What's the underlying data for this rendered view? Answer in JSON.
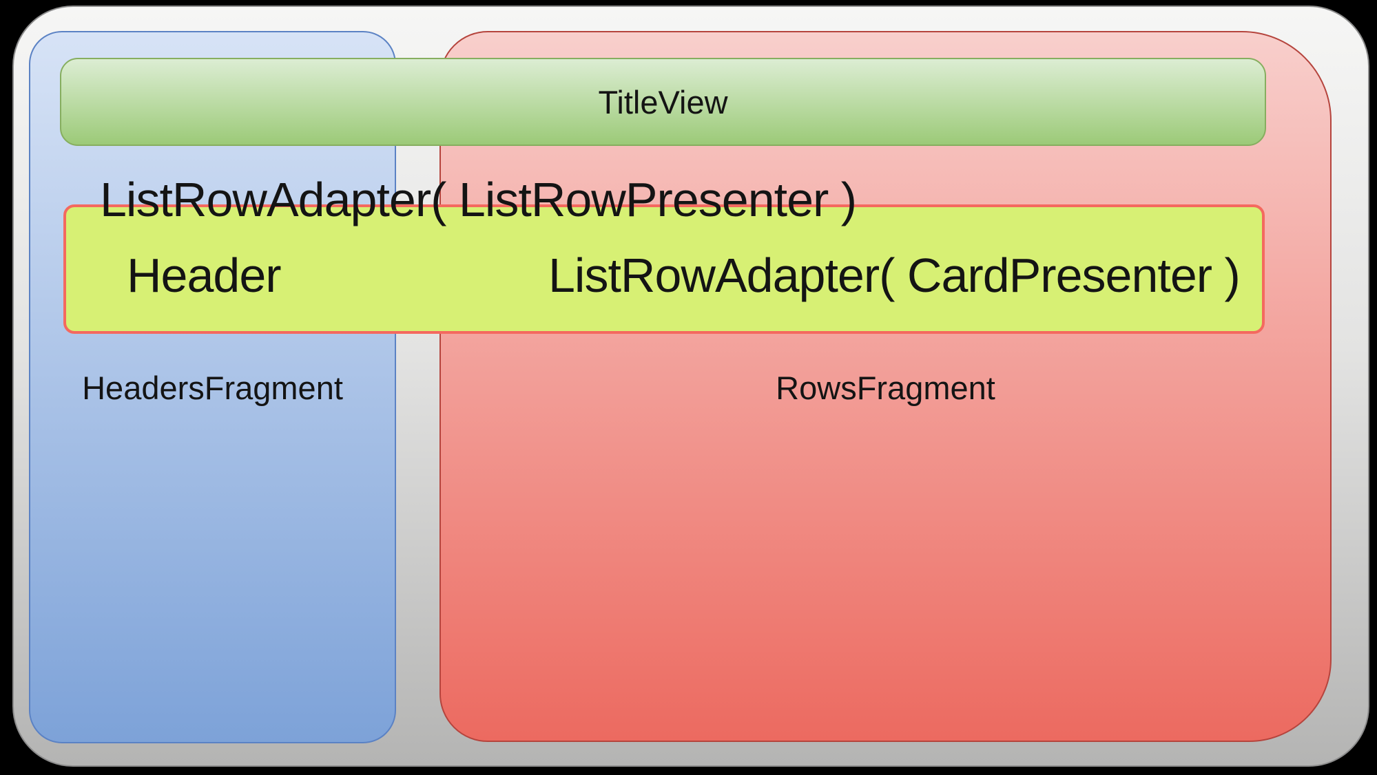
{
  "diagram": {
    "title_view_label": "TitleView",
    "list_adapter_label": "ListRowAdapter( ListRowPresenter )",
    "header_cell_label": "Header",
    "card_adapter_label": "ListRowAdapter( CardPresenter )",
    "headers_fragment_label": "HeadersFragment",
    "rows_fragment_label": "RowsFragment"
  },
  "colors": {
    "background": "#000000",
    "slide_top": "#f6f6f5",
    "slide_bottom": "#b4b4b3",
    "slide_border": "#8c8c8c",
    "blue_top": "#d7e3f6",
    "blue_bottom": "#7da2d8",
    "blue_border": "#5b82c4",
    "red_top": "#f8cfcc",
    "red_bottom": "#ec6a60",
    "red_border": "#b5443d",
    "green_top": "#dcedd3",
    "green_bottom": "#9cca78",
    "green_border": "#86ae5f",
    "yellow_fill": "#d7f074",
    "yellow_border": "#f4695f",
    "text": "#141414"
  }
}
